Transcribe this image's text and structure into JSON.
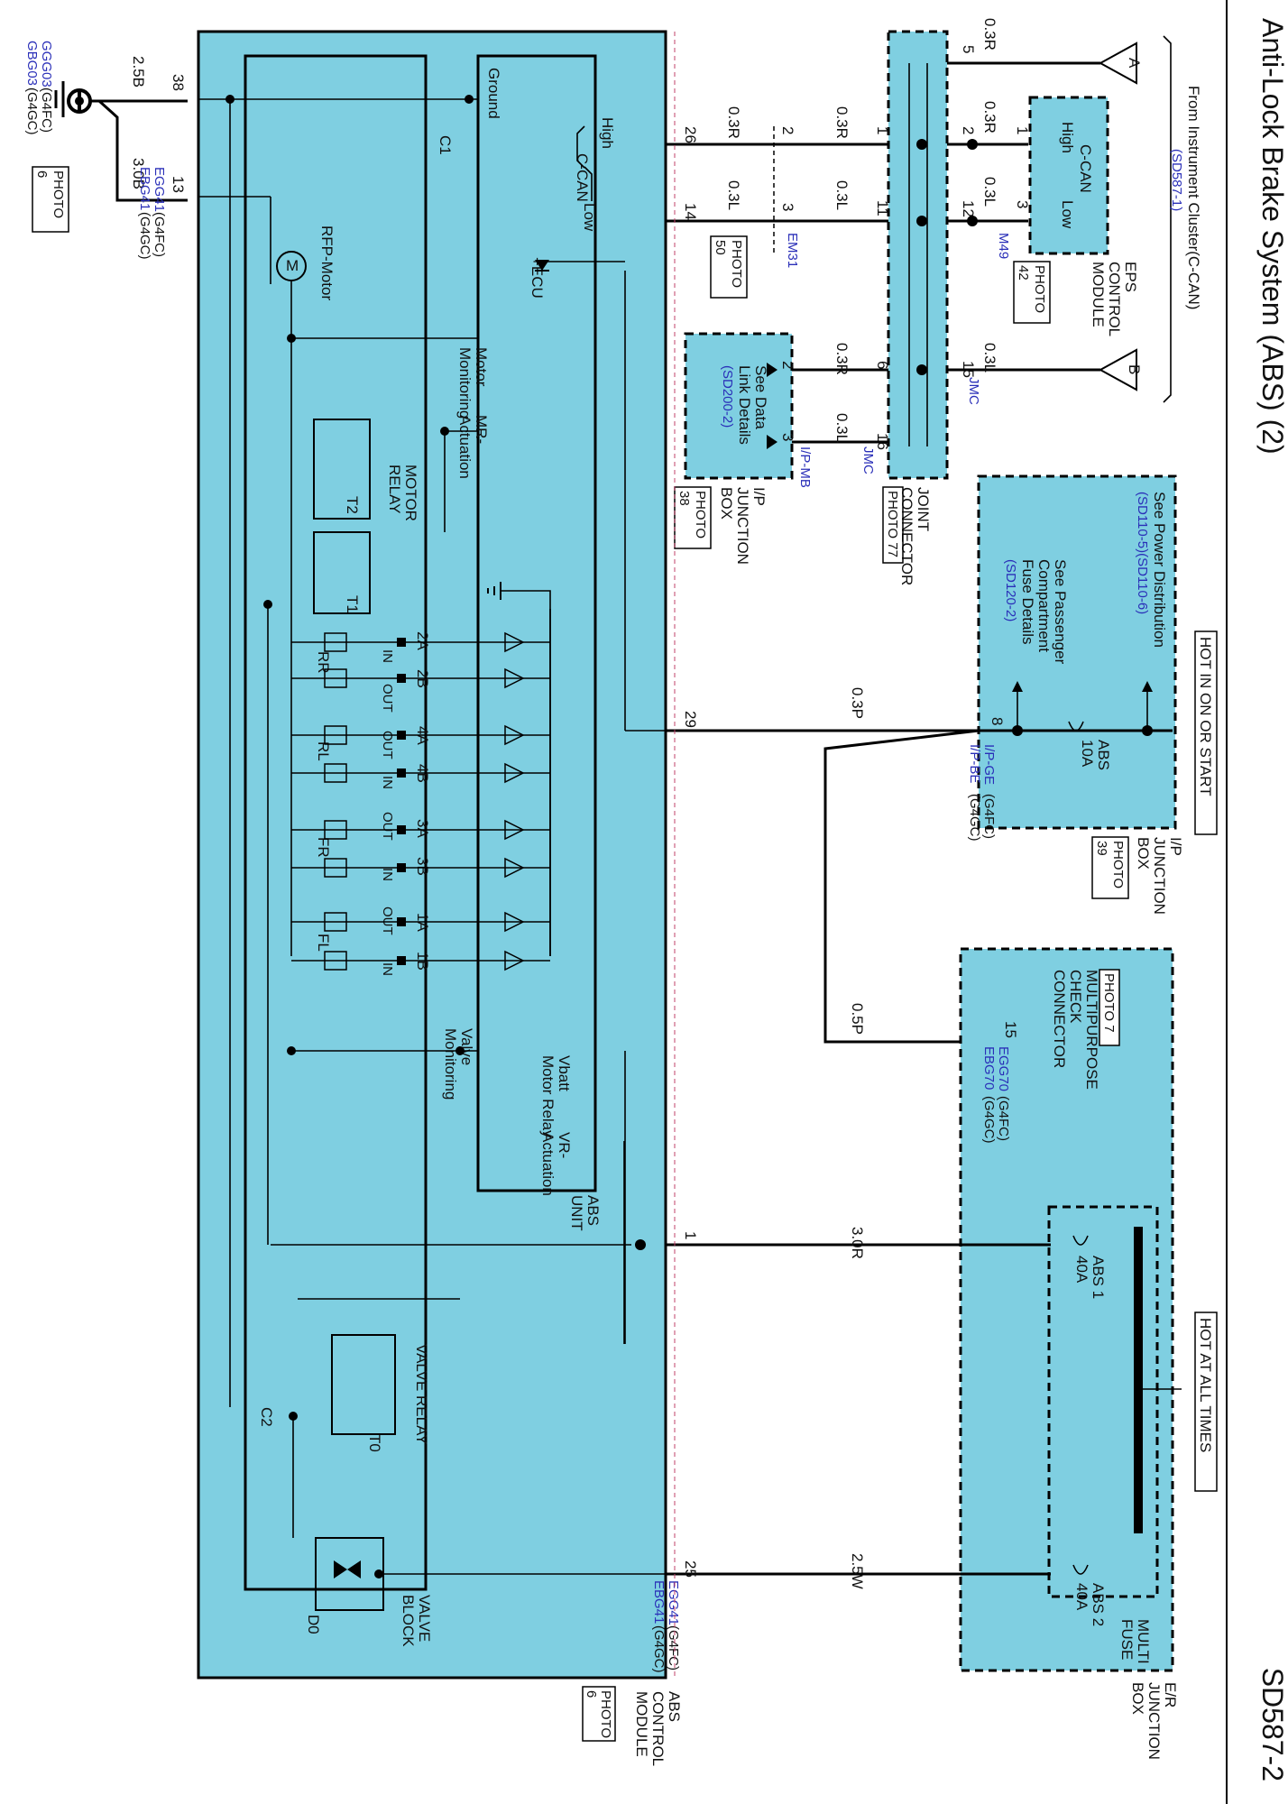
{
  "title": "Anti-Lock Brake System (ABS) (2)",
  "page_code": "SD587-2",
  "hot_run_start": "HOT IN ON OR START",
  "hot_all_times": "HOT AT ALL TIMES",
  "from_cluster": "From Instrument Cluster(C-CAN)",
  "from_cluster_ref": "(SD587-1)",
  "offpage_a": "A",
  "offpage_b": "B",
  "power_ref_text": "See Power Distribution",
  "power_ref_links": "(SD110-5)(SD110-6)",
  "pass_fuse_l1": "See Passenger",
  "pass_fuse_l2": "Compartment",
  "pass_fuse_l3": "Fuse Details",
  "pass_fuse_link": "(SD120-2)",
  "fuse_abs10": "ABS",
  "fuse_abs10_rating": "10A",
  "fuse_abs1": "ABS 1",
  "fuse_abs1_rating": "40A",
  "fuse_abs2": "ABS 2",
  "fuse_abs2_rating": "40A",
  "multi_fuse_l1": "MULTI",
  "multi_fuse_l2": "FUSE",
  "er_box_l1": "E/R",
  "er_box_l2": "JUNCTION",
  "er_box_l3": "BOX",
  "ip_box_l1": "I/P",
  "ip_box_l2": "JUNCTION",
  "ip_box_l3": "BOX",
  "photo": "PHOTO",
  "photo_39": "39",
  "photo_38": "38",
  "photo_77": "77",
  "photo_42": "42",
  "photo_50": "50",
  "photo_6": "6",
  "photo_7": "PHOTO 7",
  "photo_77_label": "PHOTO 77",
  "eps_l1": "EPS",
  "eps_l2": "CONTROL",
  "eps_l3": "MODULE",
  "ccan": "C-CAN",
  "high": "High",
  "low": "Low",
  "joint_l1": "JOINT",
  "joint_l2": "CONNECTOR",
  "data_link_l1": "See Data",
  "data_link_l2": "Link Details",
  "data_link_ref": "(SD200-2)",
  "ipmb": "I/P-MB",
  "jmc": "JMC",
  "m49": "M49",
  "em31": "EM31",
  "ipge": "I/P-GE",
  "ipge_var": "(G4FC)",
  "ipbe": "I/P-BE",
  "ipbe_var": "(G4GC)",
  "mpc_l1": "MULTIPURPOSE",
  "mpc_l2": "CHECK",
  "mpc_l3": "CONNECTOR",
  "egg70": "EGG70",
  "egg70_var": "(G4FC)",
  "ebg70": "EBG70",
  "ebg70_var": "(G4GC)",
  "egg41": "EGG41",
  "egg41_var": "(G4FC)",
  "ebg41": "EBG41",
  "ebg41_var": "(G4GC)",
  "ggg03": "GGG03",
  "ggg03_var": "(G4FC)",
  "gbg03": "GBG03",
  "gbg03_var": "(G4GC)",
  "abs_module_l1": "ABS",
  "abs_module_l2": "CONTROL",
  "abs_module_l3": "MODULE",
  "abs_unit_l1": "ABS",
  "abs_unit_l2": "UNIT",
  "valve_block_l1": "VALVE",
  "valve_block_l2": "BLOCK",
  "ground": "Ground",
  "c1": "C1",
  "c2": "C2",
  "ecu": "+ECU",
  "rfp_motor": "RFP-Motor",
  "motor_m": "M",
  "motor_mon_l1": "Motor",
  "motor_mon_l2": "Monitoring",
  "mr_act_l1": "MR-",
  "mr_act_l2": "Actuation",
  "motor_relay_l1": "MOTOR",
  "motor_relay_l2": "RELAY",
  "t1": "T1",
  "t2": "T2",
  "t0": "T0",
  "d0": "D0",
  "valve_relay": "VALVE RELAY",
  "valve_mon_l1": "Valve",
  "valve_mon_l2": "Monitoring",
  "vbatt_l1": "Vbatt",
  "vbatt_l2": "Motor Relay",
  "vr_act_l1": "VR-",
  "vr_act_l2": "Actuation",
  "wheels": [
    "RR",
    "RL",
    "FR",
    "FL"
  ],
  "valve_pins": [
    "2A",
    "2B",
    "4A",
    "4B",
    "3A",
    "3B",
    "1A",
    "1B"
  ],
  "in": "IN",
  "out": "OUT",
  "wires": {
    "w_03r": "0.3R",
    "w_03l": "0.3L",
    "w_03p": "0.3P",
    "w_05p": "0.5P",
    "w_30r": "3.0R",
    "w_25w": "2.5W",
    "w_25b": "2.5B",
    "w_30b": "3.0B"
  },
  "pins": {
    "p5": "5",
    "p1": "1",
    "p2": "2",
    "p3": "3",
    "p12": "12",
    "p15": "15",
    "p6": "6",
    "p16": "16",
    "p11": "11",
    "p26": "26",
    "p14": "14",
    "p29": "29",
    "p8": "8",
    "p25": "25",
    "p38": "38",
    "p13": "13"
  }
}
